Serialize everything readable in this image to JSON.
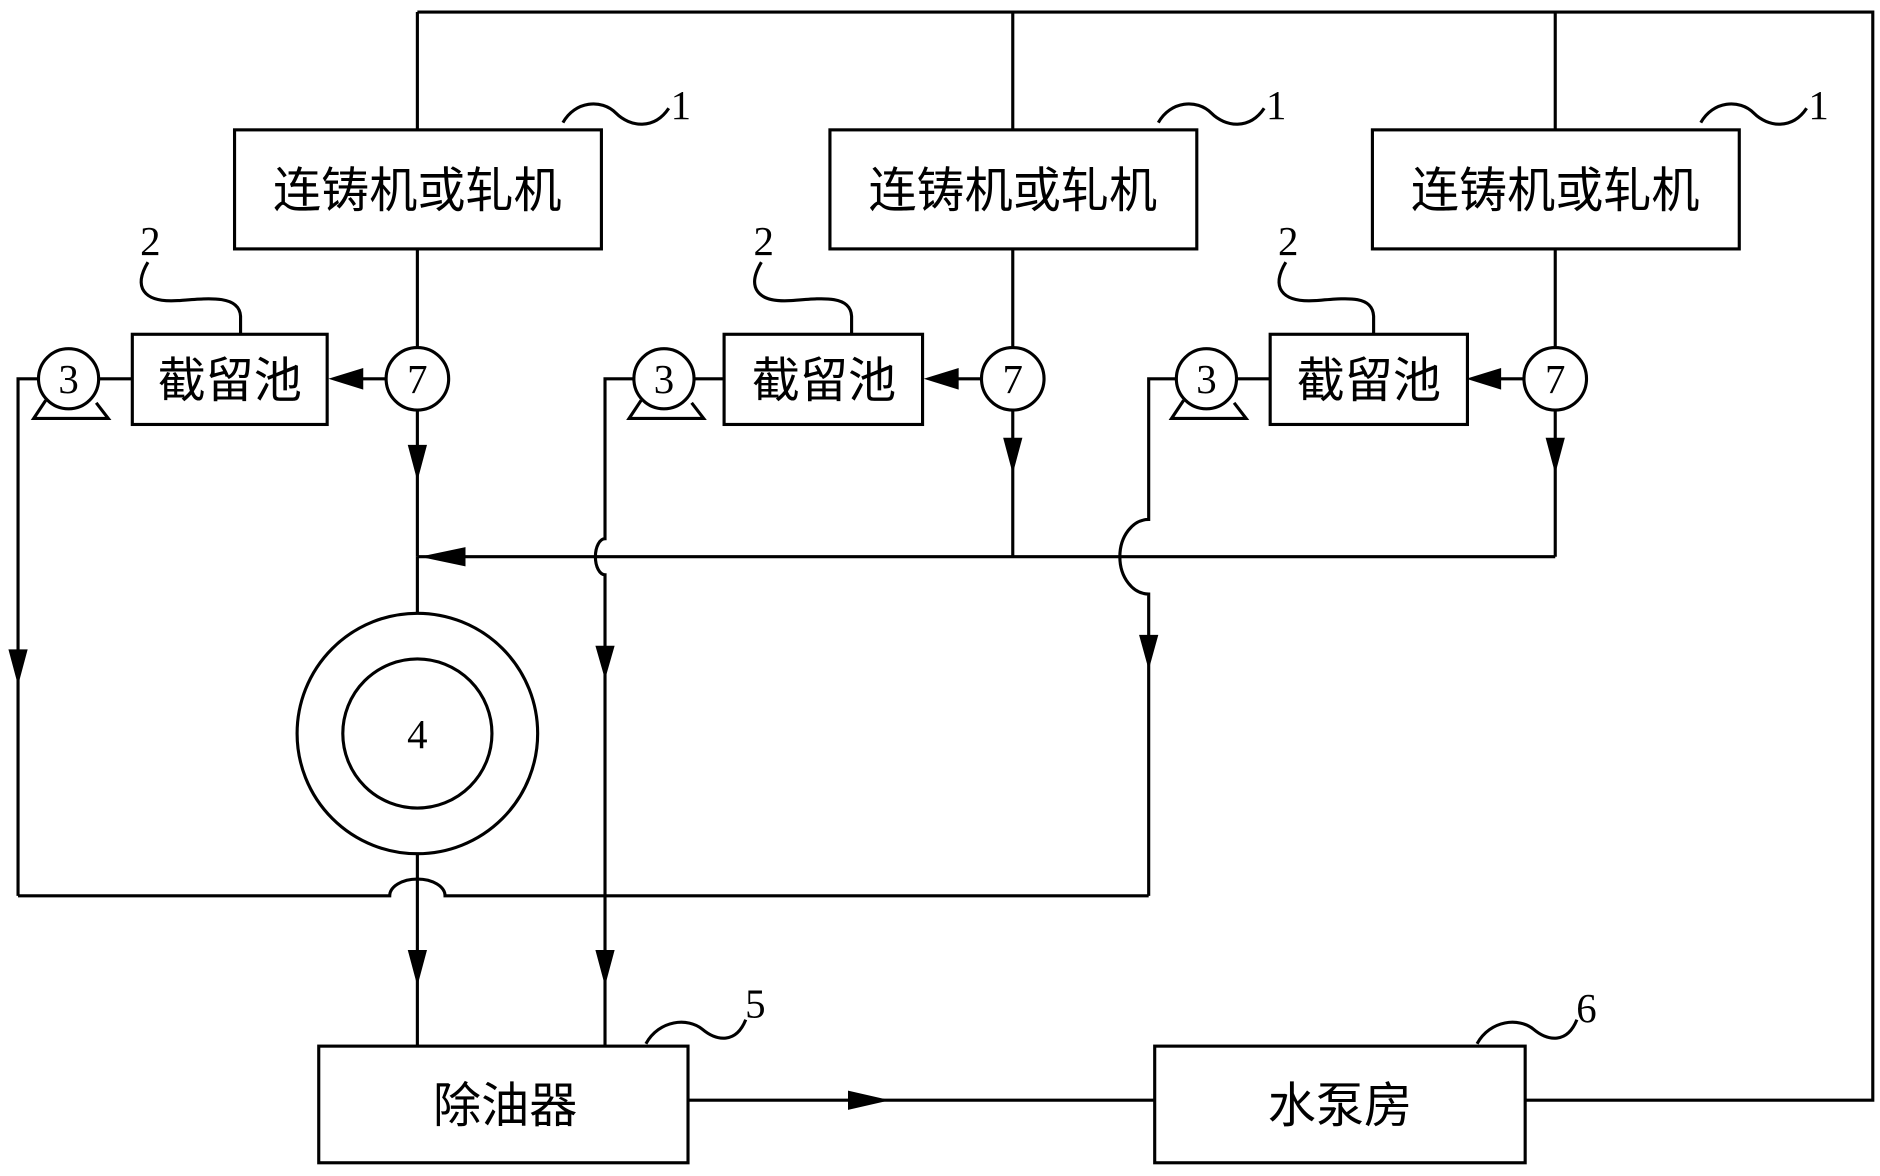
{
  "units": [
    {
      "machine": "连铸机或轧机",
      "machine_ref": "1",
      "basin": "截留池",
      "basin_ref": "2",
      "pump_ref": "3",
      "valve_ref": "7"
    },
    {
      "machine": "连铸机或轧机",
      "machine_ref": "1",
      "basin": "截留池",
      "basin_ref": "2",
      "pump_ref": "3",
      "valve_ref": "7"
    },
    {
      "machine": "连铸机或轧机",
      "machine_ref": "1",
      "basin": "截留池",
      "basin_ref": "2",
      "pump_ref": "3",
      "valve_ref": "7"
    }
  ],
  "center_tank": {
    "ref": "4"
  },
  "oil_separator": {
    "label": "除油器",
    "ref": "5"
  },
  "pump_house": {
    "label": "水泵房",
    "ref": "6"
  }
}
